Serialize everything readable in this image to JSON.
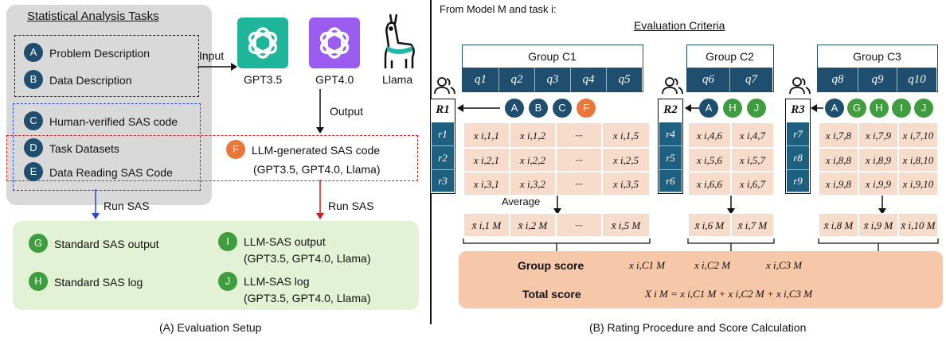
{
  "left": {
    "tasks_title": "Statistical Analysis Tasks",
    "items": [
      {
        "letter": "A",
        "label": "Problem Description"
      },
      {
        "letter": "B",
        "label": "Data Description"
      },
      {
        "letter": "C",
        "label": "Human-verified SAS code"
      },
      {
        "letter": "D",
        "label": "Task Datasets"
      },
      {
        "letter": "E",
        "label": "Data Reading SAS Code"
      }
    ],
    "input_label": "Input",
    "output_label": "Output",
    "models": [
      "GPT3.5",
      "GPT4.0",
      "Llama"
    ],
    "llm_code": {
      "letter": "F",
      "label": "LLM-generated SAS code",
      "sub": "(GPT3.5, GPT4.0, Llama)"
    },
    "run_sas_1": "Run SAS",
    "run_sas_2": "Run SAS",
    "outputs": [
      {
        "letter": "G",
        "label": "Standard SAS output",
        "sub": ""
      },
      {
        "letter": "H",
        "label": "Standard SAS log",
        "sub": ""
      },
      {
        "letter": "I",
        "label": "LLM-SAS output",
        "sub": "(GPT3.5, GPT4.0, Llama)"
      },
      {
        "letter": "J",
        "label": "LLM-SAS log",
        "sub": "(GPT3.5, GPT4.0, Llama)"
      }
    ],
    "caption": "(A) Evaluation Setup"
  },
  "right": {
    "intro": "From Model M and task i:",
    "criteria_title": "Evaluation Criteria",
    "groups": [
      {
        "title": "Group C1",
        "questions": [
          "q1",
          "q2",
          "q3",
          "q4",
          "q5"
        ]
      },
      {
        "title": "Group C2",
        "questions": [
          "q6",
          "q7"
        ]
      },
      {
        "title": "Group C3",
        "questions": [
          "q8",
          "q9",
          "q10"
        ]
      }
    ],
    "raters": [
      {
        "name": "R1",
        "rows": [
          "r1",
          "r2",
          "r3"
        ],
        "badges": [
          "A",
          "B",
          "C",
          "F"
        ]
      },
      {
        "name": "R2",
        "rows": [
          "r4",
          "r5",
          "r6"
        ],
        "badges": [
          "A",
          "H",
          "J"
        ]
      },
      {
        "name": "R3",
        "rows": [
          "r7",
          "r8",
          "r9"
        ],
        "badges": [
          "A",
          "G",
          "H",
          "I",
          "J"
        ]
      }
    ],
    "grid1": [
      [
        "x i,1,1",
        "x i,1,2",
        "···",
        "x i,1,5"
      ],
      [
        "x i,2,1",
        "x i,2,2",
        "···",
        "x i,2,5"
      ],
      [
        "x i,3,1",
        "x i,3,2",
        "···",
        "x i,3,5"
      ]
    ],
    "grid2": [
      [
        "x i,4,6",
        "x i,4,7"
      ],
      [
        "x i,5,6",
        "x i,5,7"
      ],
      [
        "x i,6,6",
        "x i,6,7"
      ]
    ],
    "grid3": [
      [
        "x i,7,8",
        "x i,7,9",
        "x i,7,10"
      ],
      [
        "x i,8,8",
        "x i,8,9",
        "x i,8,10"
      ],
      [
        "x i,9,8",
        "x i,9,9",
        "x i,9,10"
      ]
    ],
    "average_label": "Average",
    "avg1": [
      "x̄ i,1 M",
      "x̄ i,2 M",
      "···",
      "x̄ i,5 M"
    ],
    "avg2": [
      "x̄ i,6 M",
      "x̄ i,7 M"
    ],
    "avg3": [
      "x̄ i,8 M",
      "x̄ i,9 M",
      "x̄ i,10 M"
    ],
    "group_score_label": "Group score",
    "group_scores": [
      "x i,C1 M",
      "x i,C2 M",
      "x i,C3 M"
    ],
    "total_score_label": "Total score",
    "total_formula": "X i M = x i,C1 M + x i,C2 M + x i,C3 M",
    "caption": "(B) Rating Procedure and Score Calculation"
  },
  "colors": {
    "navy": "#1f4e6e",
    "green": "#3f9c3f",
    "orange": "#e9773a",
    "peach": "#f8dccb",
    "panel_gray": "#d9d9d9",
    "panel_green": "#e3f2d4"
  }
}
